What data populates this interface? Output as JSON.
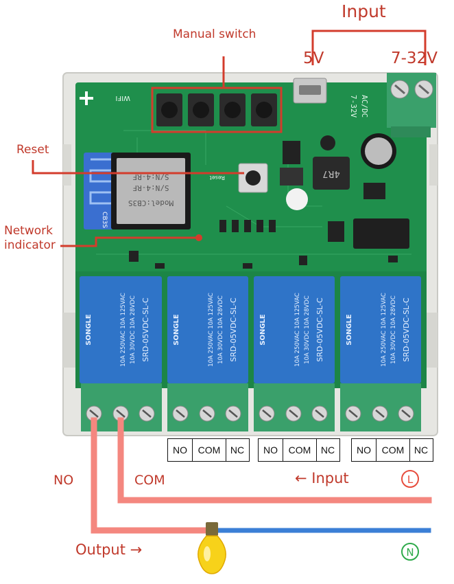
{
  "labels": {
    "input_top": "Input",
    "v5": "5V",
    "v7_32": "7-32V",
    "manual_switch": "Manual switch",
    "reset": "Reset",
    "network_line1": "Network",
    "network_line2": "indicator",
    "no": "NO",
    "com": "COM",
    "input_arrow": "←  Input",
    "l_symbol": "L",
    "output": "Output  →",
    "n_symbol": "N"
  },
  "terminal_groups": [
    {
      "no": "NO",
      "com": "COM",
      "nc": "NC"
    },
    {
      "no": "NO",
      "com": "COM",
      "nc": "NC"
    },
    {
      "no": "NO",
      "com": "COM",
      "nc": "NC"
    }
  ],
  "board": {
    "silk_wifi": "WIFI",
    "silk_acdc": "AC/DC",
    "silk_voltage": "7-32V",
    "silk_reset": "Reset",
    "module_line1": "S/N:4-RF",
    "module_line2": "S/N:4-RF",
    "module_line3": "Model:CB3S",
    "antenna_tag": "CB3S",
    "inductor": "4R7"
  },
  "relay": {
    "brand": "SONGLE",
    "model": "SRD-05VDC-SL-C",
    "rating_1": "10A 250VAC  10A 125VAC",
    "rating_2": "10A 30VDC   10A 28VDC"
  },
  "colors": {
    "label_red": "#c0392b",
    "wire_red": "#f4877f",
    "wire_blue": "#3b7fd6",
    "l_circle": "#e74c3c",
    "n_circle": "#2eaa4a",
    "pcb": "#1f8f4c",
    "relay": "#2f74c8",
    "terminal": "#3aa06b"
  }
}
